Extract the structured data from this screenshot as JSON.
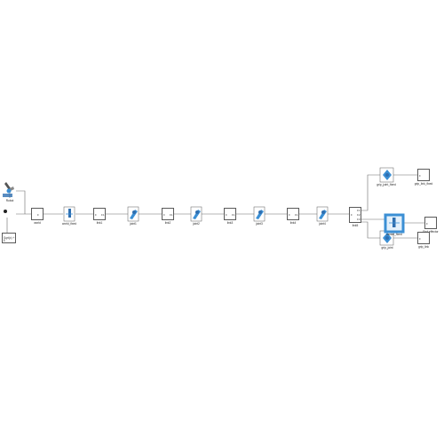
{
  "diagram": {
    "source": {
      "icon": "robot-arm-icon",
      "label": "Robot"
    },
    "block_label": "Sqrt(x) + E",
    "chain_labels": [
      "world",
      "world_fixed",
      "link1",
      "joint1",
      "link2",
      "joint2",
      "link3",
      "joint3",
      "link4",
      "joint4",
      "link5"
    ],
    "branch_top": {
      "joint": "grip_joint_fixed",
      "block": "grip_link_fixed"
    },
    "branch_mid": {
      "joint": "center_fixed",
      "block": "End effector"
    },
    "branch_bottom": {
      "joint": "grip_joint",
      "block": "grip_link"
    },
    "port_labels": {
      "f": "F",
      "f1": "F1",
      "f2": "F2",
      "f3": "F3"
    },
    "colors": {
      "highlight": "#3b8fd4",
      "line": "#5a5a5a",
      "joint_blue": "#2f6fb0"
    }
  }
}
